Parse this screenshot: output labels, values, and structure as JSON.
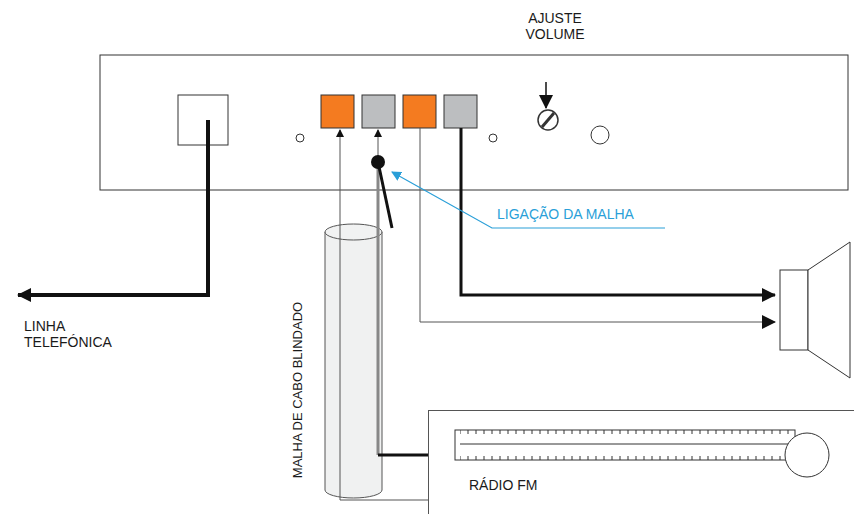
{
  "diagram": {
    "nodes": [
      {
        "text": [
          "RÁDIO FM"
        ]
      }
    ],
    "labels": [
      "AJUSTE VOLUME",
      "LIGAÇÃO DA MALHA",
      "MALHA DE CABO BLINDADO",
      "LINHA TELEFÓNICA"
    ]
  }
}
